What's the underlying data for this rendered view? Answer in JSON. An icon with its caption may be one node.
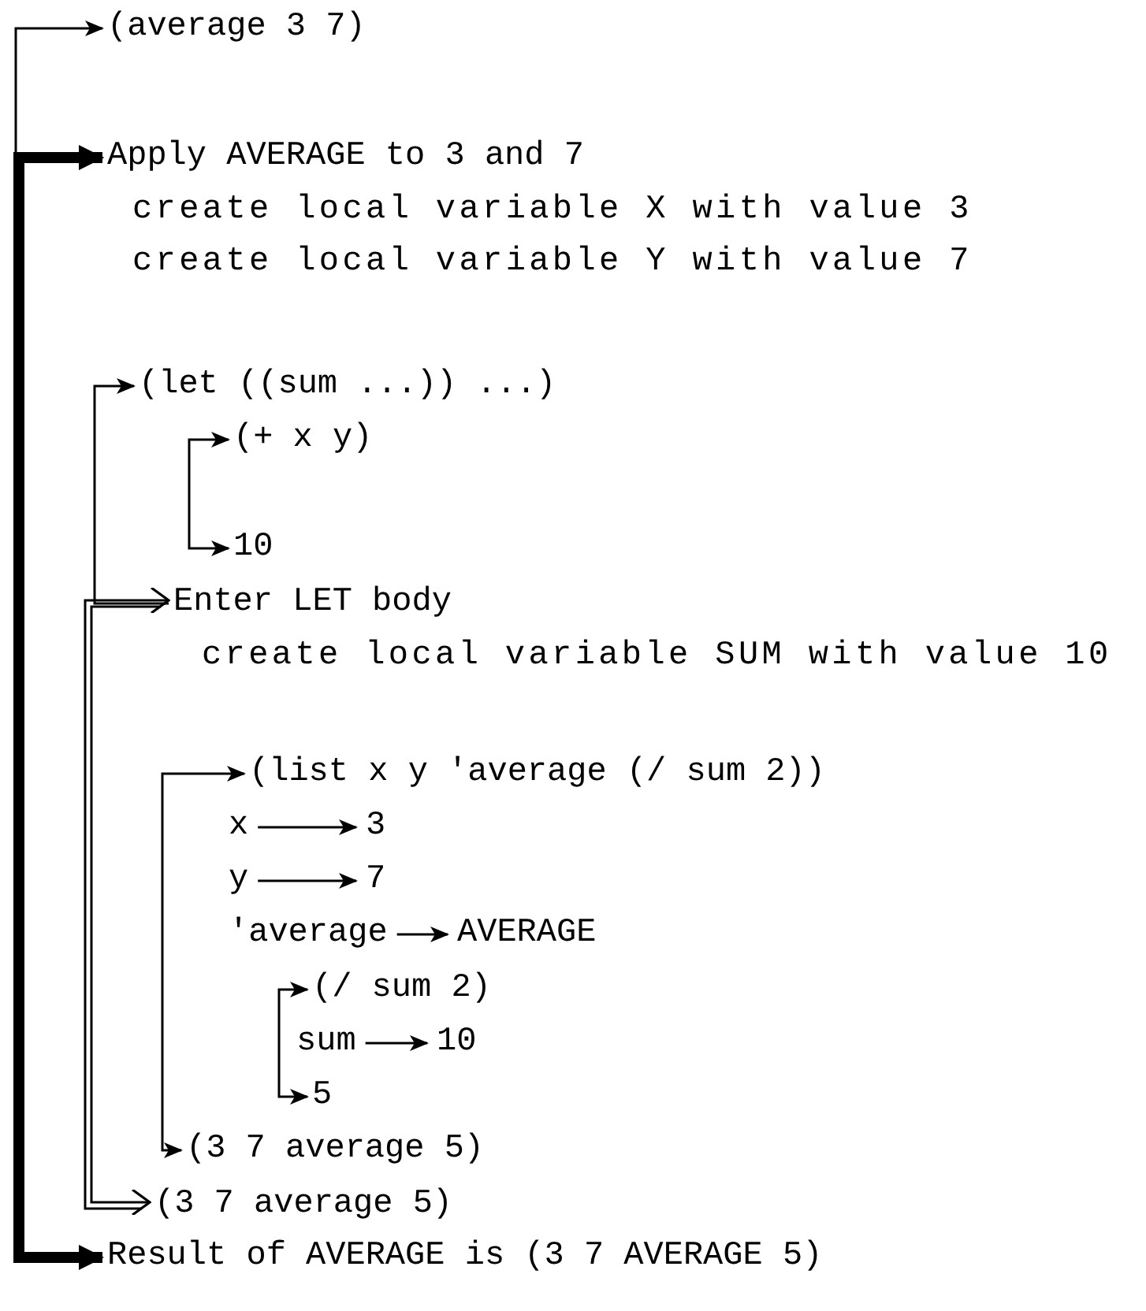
{
  "diagram": {
    "nodes": [
      {
        "text": [
          "(average 3 7)"
        ]
      },
      {
        "text": [
          "Apply AVERAGE to 3 and 7"
        ],
        "beside": [
          "create local variable X with value 3",
          "create local variable Y with value 7"
        ]
      },
      {
        "text": [
          "(let ((sum ...)) ...)"
        ]
      },
      {
        "text": [
          "(+ x y)"
        ]
      },
      {
        "text": [
          "10"
        ]
      },
      {
        "text": [
          "Enter LET body"
        ],
        "beside": [
          "create local variable SUM with value 10"
        ]
      },
      {
        "text": [
          "(list x y 'average (/ sum 2))"
        ]
      },
      {
        "text": [
          "x"
        ]
      },
      {
        "text": [
          "3"
        ]
      },
      {
        "text": [
          "y"
        ]
      },
      {
        "text": [
          "7"
        ]
      },
      {
        "text": [
          "'average"
        ]
      },
      {
        "text": [
          "AVERAGE"
        ]
      },
      {
        "text": [
          "(/ sum 2)"
        ]
      },
      {
        "text": [
          "sum"
        ]
      },
      {
        "text": [
          "10"
        ]
      },
      {
        "text": [
          "5"
        ]
      },
      {
        "text": [
          "(3 7 average 5)"
        ]
      },
      {
        "text": [
          "(3 7 average 5)"
        ]
      },
      {
        "text": [
          "Result of AVERAGE is (3 7 AVERAGE 5)"
        ]
      }
    ],
    "edges": [
      {
        "from": 0,
        "to": 1,
        "arrow": "both"
      },
      {
        "from": 1,
        "to": 19,
        "arrow": "both",
        "style": "thick"
      },
      {
        "from": 5,
        "to": 2,
        "arrow": "to"
      },
      {
        "from": 3,
        "to": 4,
        "arrow": "both"
      },
      {
        "from": 5,
        "to": 18,
        "arrow": "both"
      },
      {
        "from": 6,
        "to": 17,
        "arrow": "both"
      },
      {
        "from": 7,
        "to": 8,
        "arrow": "to"
      },
      {
        "from": 9,
        "to": 10,
        "arrow": "to"
      },
      {
        "from": 11,
        "to": 12,
        "arrow": "to"
      },
      {
        "from": 13,
        "to": 16,
        "arrow": "both"
      },
      {
        "from": 14,
        "to": 15,
        "arrow": "to"
      }
    ]
  }
}
